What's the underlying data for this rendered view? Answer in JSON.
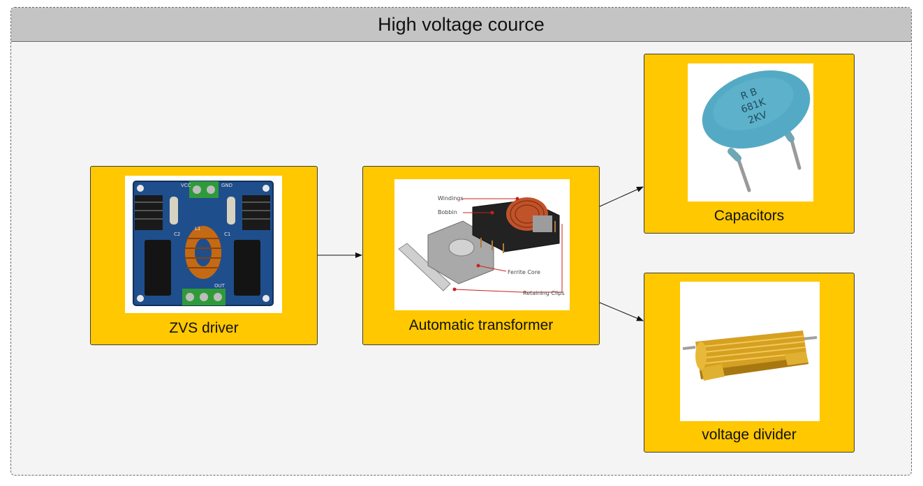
{
  "container": {
    "title": "High voltage cource"
  },
  "blocks": {
    "zvs": {
      "label": "ZVS driver",
      "image_icon": "zvs-driver-board-image",
      "silkscreen": [
        "VCC",
        "GND",
        "C2",
        "C1",
        "L1",
        "OUT"
      ]
    },
    "transformer": {
      "label": "Automatic transformer",
      "image_icon": "exploded-transformer-image",
      "callouts": [
        "Windings",
        "Bobbin",
        "Ferrite Core",
        "Retaining Clips"
      ]
    },
    "capacitors": {
      "label": "Capacitors",
      "image_icon": "ceramic-capacitor-image",
      "marking": [
        "R B",
        "681K",
        "2KV"
      ]
    },
    "divider": {
      "label": "voltage divider",
      "image_icon": "aluminum-resistor-image"
    }
  },
  "colors": {
    "block_fill": "#ffc800",
    "title_bar": "#c4c4c4",
    "background": "#f4f4f4"
  }
}
